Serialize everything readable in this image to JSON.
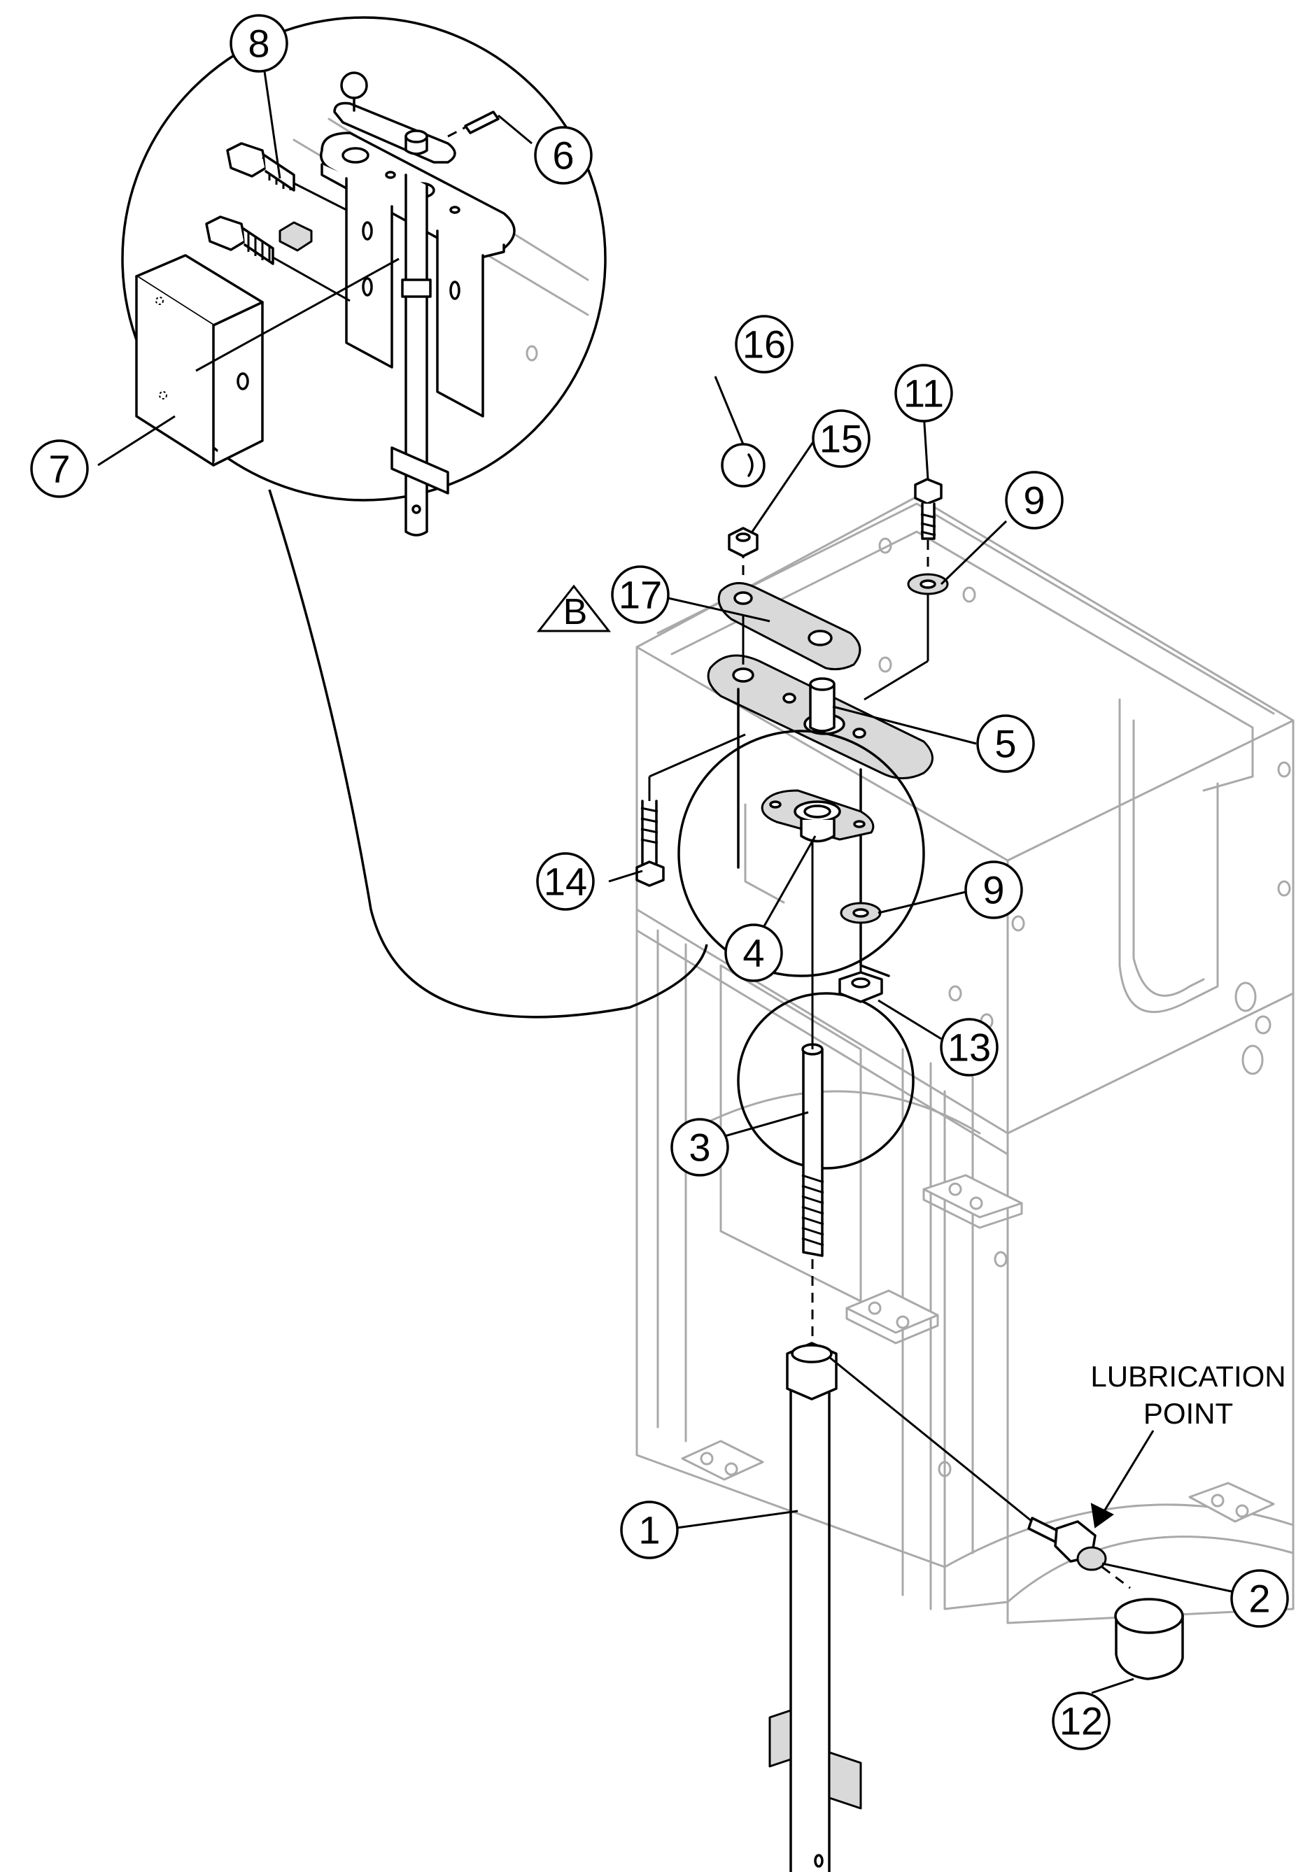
{
  "callouts": [
    {
      "id": "c1",
      "label": "1"
    },
    {
      "id": "c2",
      "label": "2"
    },
    {
      "id": "c3",
      "label": "3"
    },
    {
      "id": "c4",
      "label": "4"
    },
    {
      "id": "c5",
      "label": "5"
    },
    {
      "id": "c6",
      "label": "6"
    },
    {
      "id": "c7",
      "label": "7"
    },
    {
      "id": "c8",
      "label": "8"
    },
    {
      "id": "c9a",
      "label": "9"
    },
    {
      "id": "c9b",
      "label": "9"
    },
    {
      "id": "c11",
      "label": "11"
    },
    {
      "id": "c12",
      "label": "12"
    },
    {
      "id": "c13",
      "label": "13"
    },
    {
      "id": "c14",
      "label": "14"
    },
    {
      "id": "c15",
      "label": "15"
    },
    {
      "id": "c16",
      "label": "16"
    },
    {
      "id": "c17",
      "label": "17"
    }
  ],
  "revision_marker": "B",
  "lubrication_note": {
    "line1": "LUBRICATION",
    "line2": "POINT"
  }
}
